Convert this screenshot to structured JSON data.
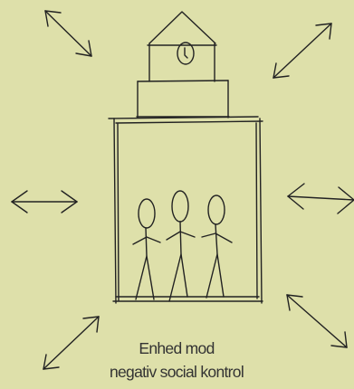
{
  "caption": {
    "line1": "Enhed mod",
    "line2": "negativ social kontrol"
  },
  "colors": {
    "background": "#dee0aa",
    "ink": "#222222",
    "text": "#333333"
  },
  "illustration": {
    "building": "school-building-with-clock-tower",
    "figures": 3,
    "arrows": [
      "top-left",
      "top-right",
      "left",
      "right",
      "bottom-left",
      "bottom-right"
    ]
  }
}
